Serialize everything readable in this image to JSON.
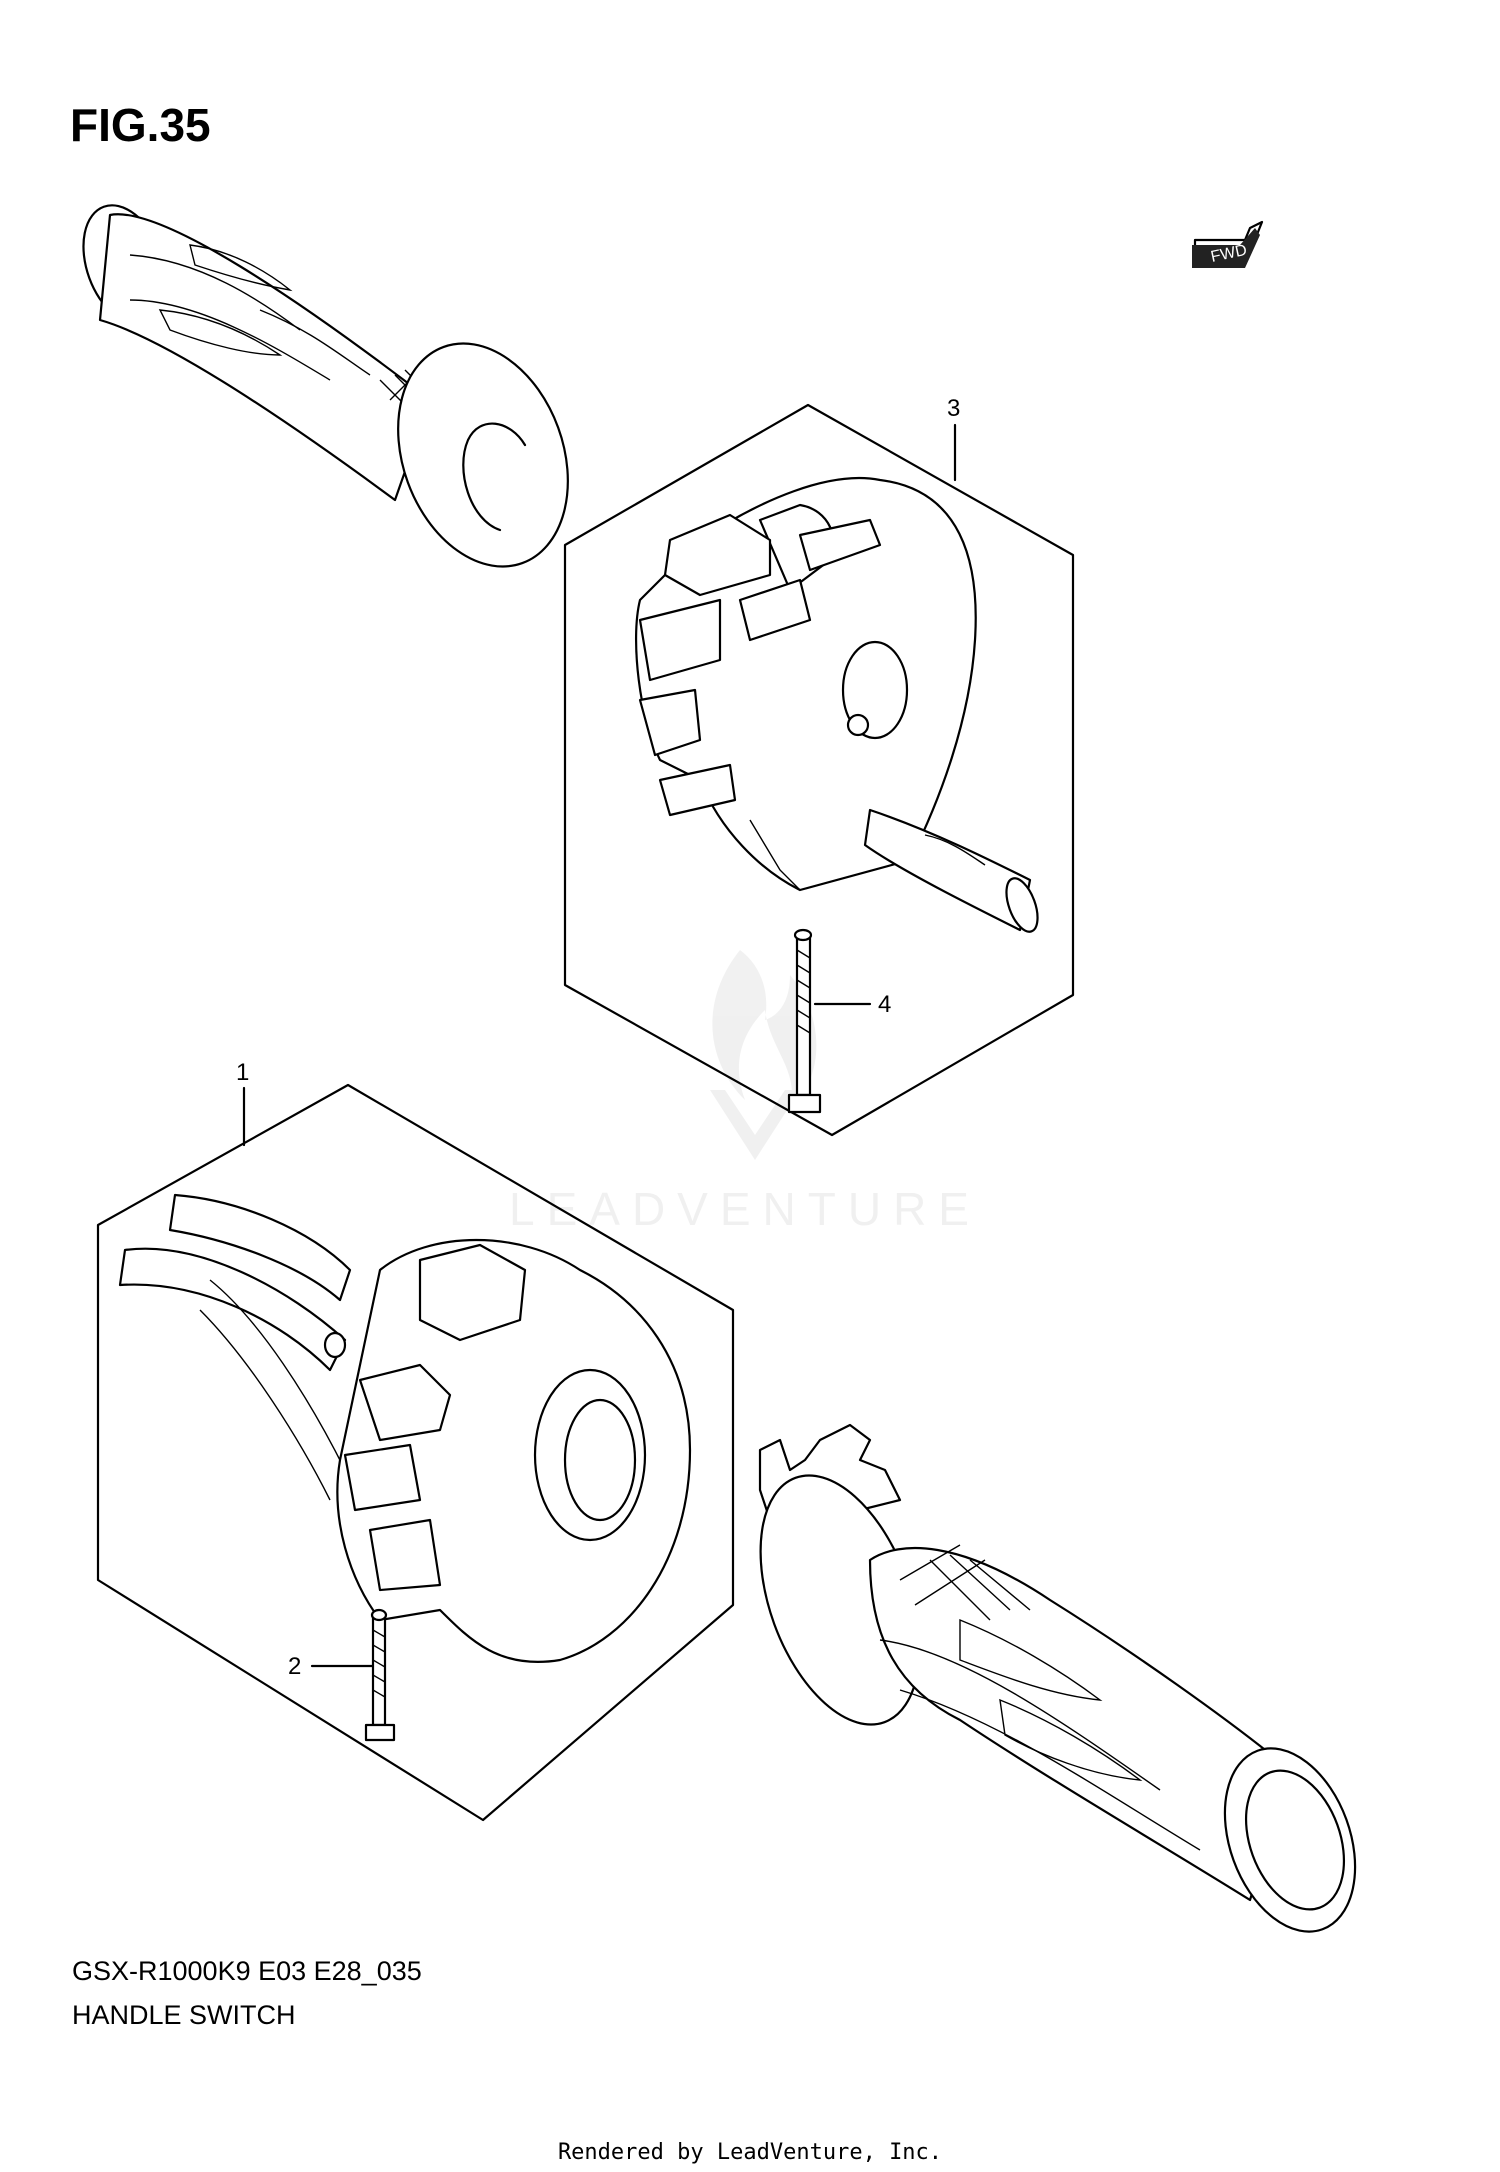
{
  "figure": {
    "title": "FIG.35"
  },
  "fwd_badge": {
    "label": "FWD"
  },
  "callouts": [
    {
      "id": "1",
      "label": "1"
    },
    {
      "id": "2",
      "label": "2"
    },
    {
      "id": "3",
      "label": "3"
    },
    {
      "id": "4",
      "label": "4"
    }
  ],
  "watermark": {
    "text": "LEADVENTURE"
  },
  "caption": {
    "model_code": "GSX-R1000K9 E03 E28_035",
    "section_title": "HANDLE SWITCH"
  },
  "footer": {
    "text": "Rendered by LeadVenture, Inc."
  }
}
